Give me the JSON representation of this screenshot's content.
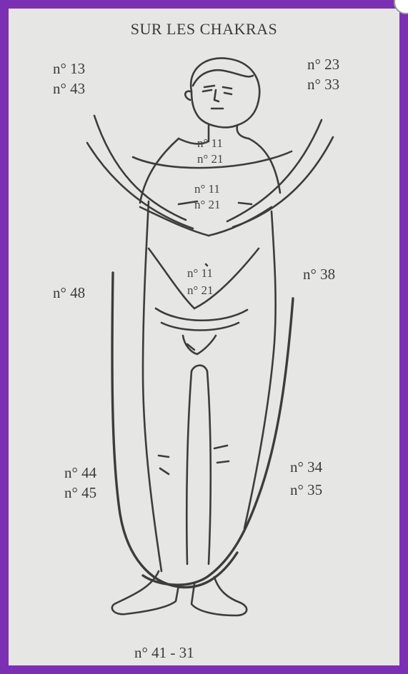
{
  "title": "SUR LES CHAKRAS",
  "colors": {
    "frame": "#7b2fb3",
    "paper": "#e6e6e4",
    "ink": "#3a3a3a"
  },
  "labels": {
    "top_left": [
      "n° 13",
      "n° 43"
    ],
    "top_right": [
      "n° 23",
      "n° 33"
    ],
    "throat": [
      "n° 11",
      "n° 21"
    ],
    "chest": [
      "n° 11",
      "n° 21"
    ],
    "belly": [
      "n° 11",
      "n° 21"
    ],
    "mid_left": "n° 48",
    "mid_right": "n° 38",
    "knee_left": [
      "n° 44",
      "n° 45"
    ],
    "knee_right": [
      "n° 34",
      "n° 35"
    ],
    "bottom": "n° 41 - 31"
  }
}
